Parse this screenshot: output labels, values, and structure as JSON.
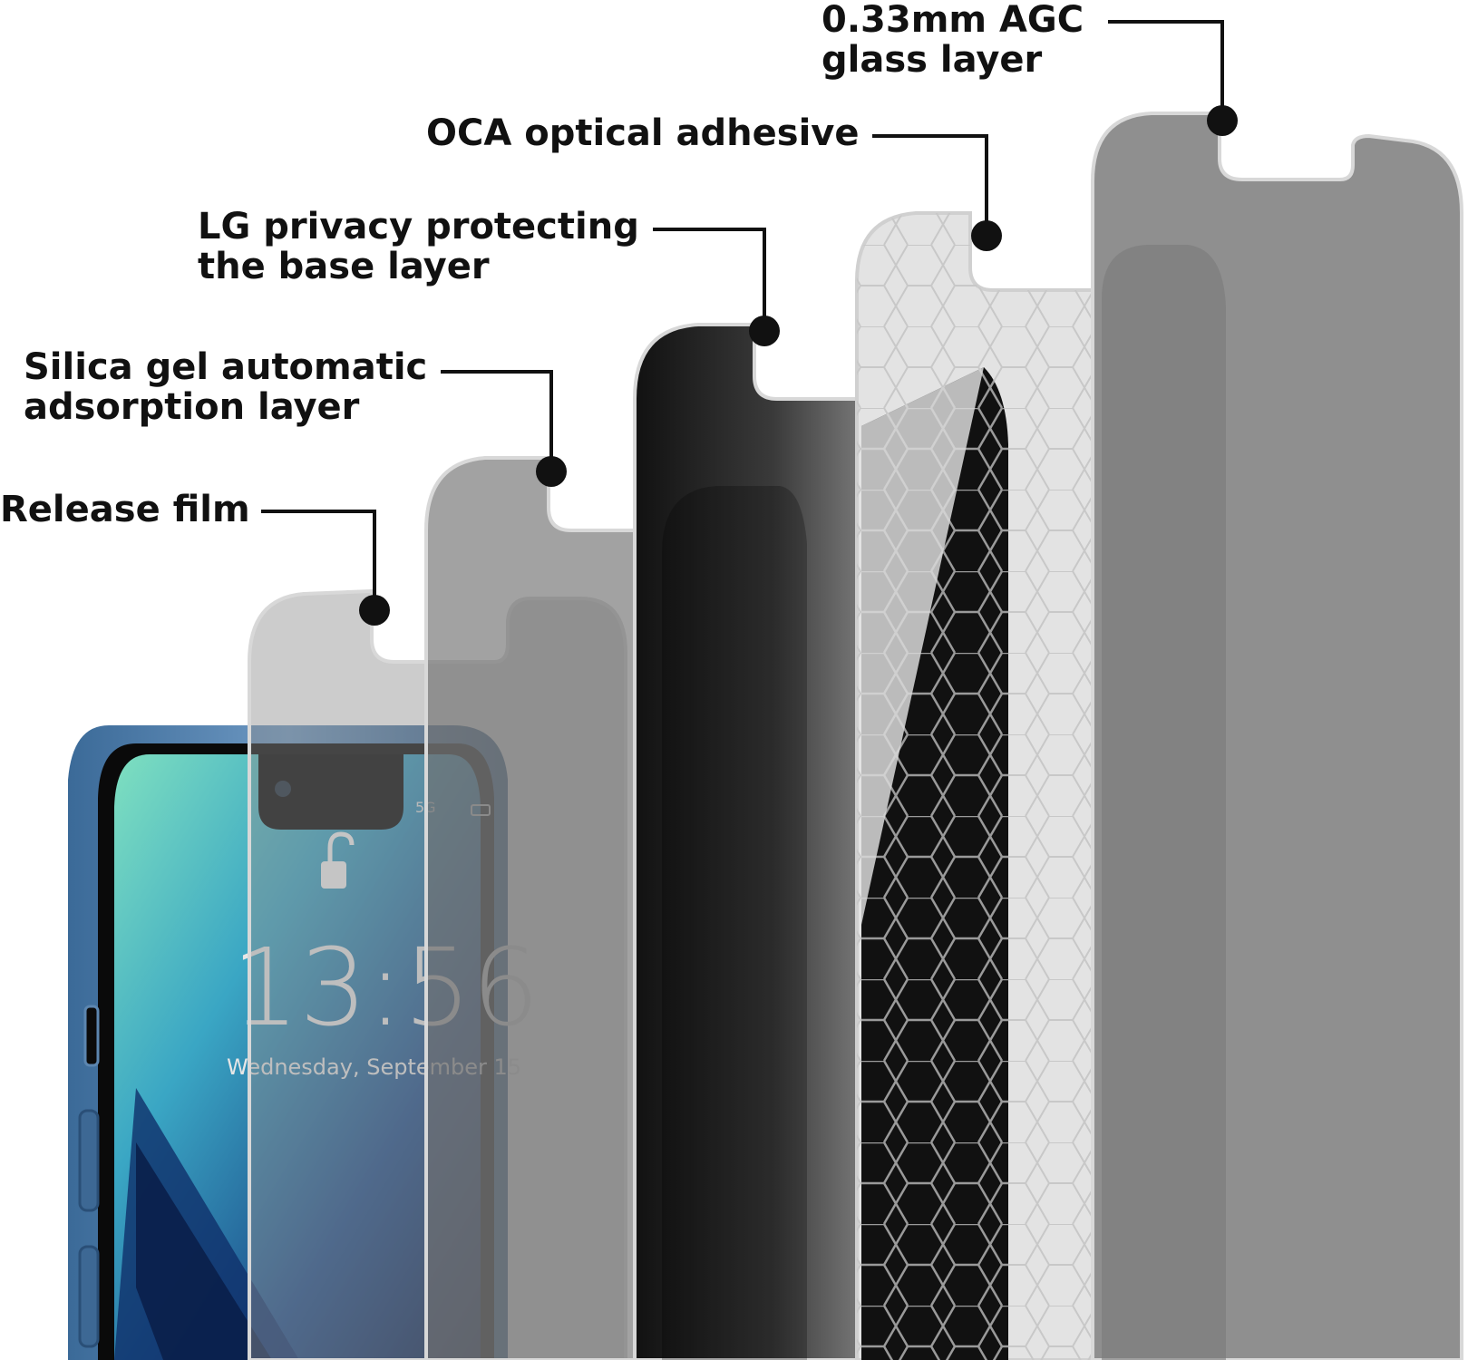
{
  "callouts": [
    {
      "id": "release-film",
      "lines": [
        "Release film"
      ]
    },
    {
      "id": "silica-gel",
      "lines": [
        "Silica gel automatic",
        "adsorption layer"
      ]
    },
    {
      "id": "lg-privacy",
      "lines": [
        "LG privacy protecting",
        "the base layer"
      ]
    },
    {
      "id": "oca-adhesive",
      "lines": [
        "OCA optical adhesive"
      ]
    },
    {
      "id": "agc-glass",
      "lines": [
        "0.33mm AGC",
        "glass layer"
      ]
    }
  ],
  "phone": {
    "time": "13:56",
    "date": "Wednesday, September 15",
    "network": "5G"
  },
  "colors": {
    "text": "#111111",
    "phone_frame": "#4f7ba6",
    "layer_gray": "#8a8a8a",
    "layer_dark": "#2a2a2a",
    "layer_light": "#d9d9d9",
    "honeycomb": "#1a1a1a"
  }
}
